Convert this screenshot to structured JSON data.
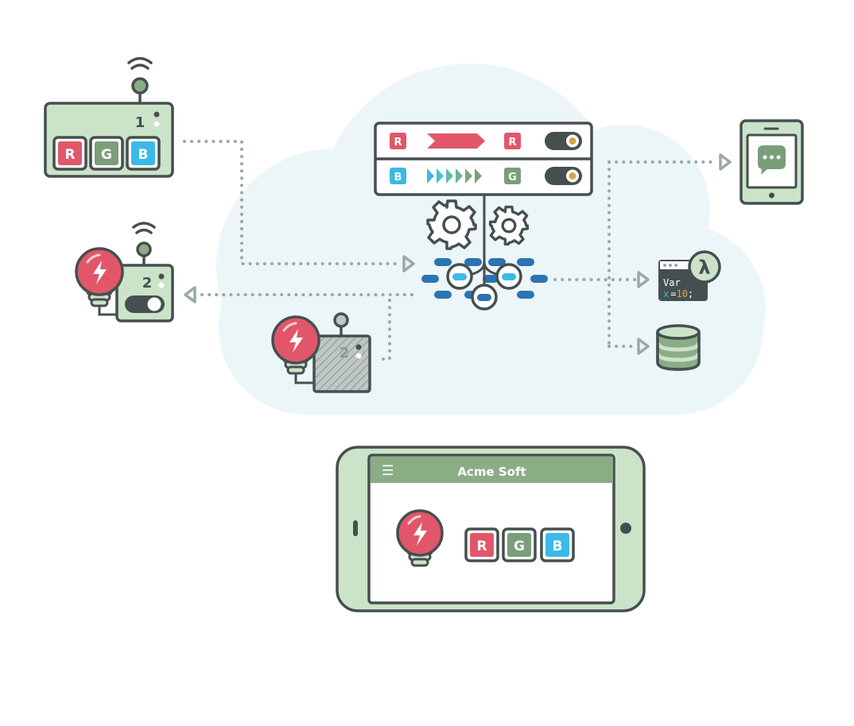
{
  "colors": {
    "outline": "#464f4f",
    "device_green": "#cbe3c9",
    "header_green": "#8aad86",
    "red": "#e2566a",
    "green": "#7a9e7a",
    "blue": "#3cb9e6",
    "cloud": "#ecf6f8",
    "dot_line": "#9aa8ab",
    "stream_blue": "#2b73b4",
    "toggle_knob": "#d9a548"
  },
  "device1": {
    "number": "1",
    "buttons": [
      "R",
      "G",
      "B"
    ]
  },
  "device2": {
    "number": "2"
  },
  "device2_ghost": {
    "number": "2"
  },
  "router": {
    "rules": [
      {
        "input": "R",
        "output": "R"
      },
      {
        "input": "B",
        "output": "G"
      }
    ]
  },
  "lambda": {
    "symbol": "λ",
    "code_line1": "Var",
    "code_var": "x",
    "code_eq": "=",
    "code_num": "10",
    "code_end": ";"
  },
  "phone": {
    "menu_icon": "☰",
    "title": "Acme Soft",
    "buttons": [
      "R",
      "G",
      "B"
    ]
  }
}
